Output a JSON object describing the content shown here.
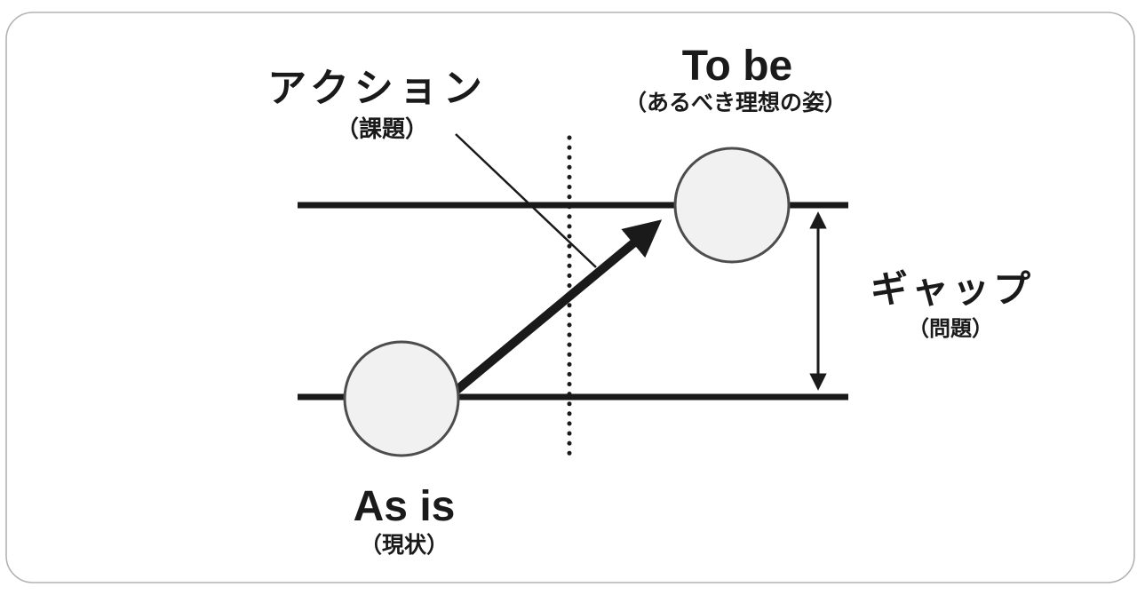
{
  "diagram": {
    "title": "As is / To be gap analysis diagram",
    "to_be": {
      "title": "To be",
      "subtitle": "（あるべき理想の姿）"
    },
    "as_is": {
      "title": "As is",
      "subtitle": "（現状）"
    },
    "action": {
      "title": "アクション",
      "subtitle": "（課題）"
    },
    "gap": {
      "title": "ギャップ",
      "subtitle": "（問題）"
    }
  },
  "colors": {
    "line": "#1a1a1a",
    "text": "#1a1a1a",
    "circle_fill": "#f1f1f1",
    "circle_stroke": "#4d4d4d",
    "frame": "#b3b3b3",
    "background": "#ffffff"
  }
}
